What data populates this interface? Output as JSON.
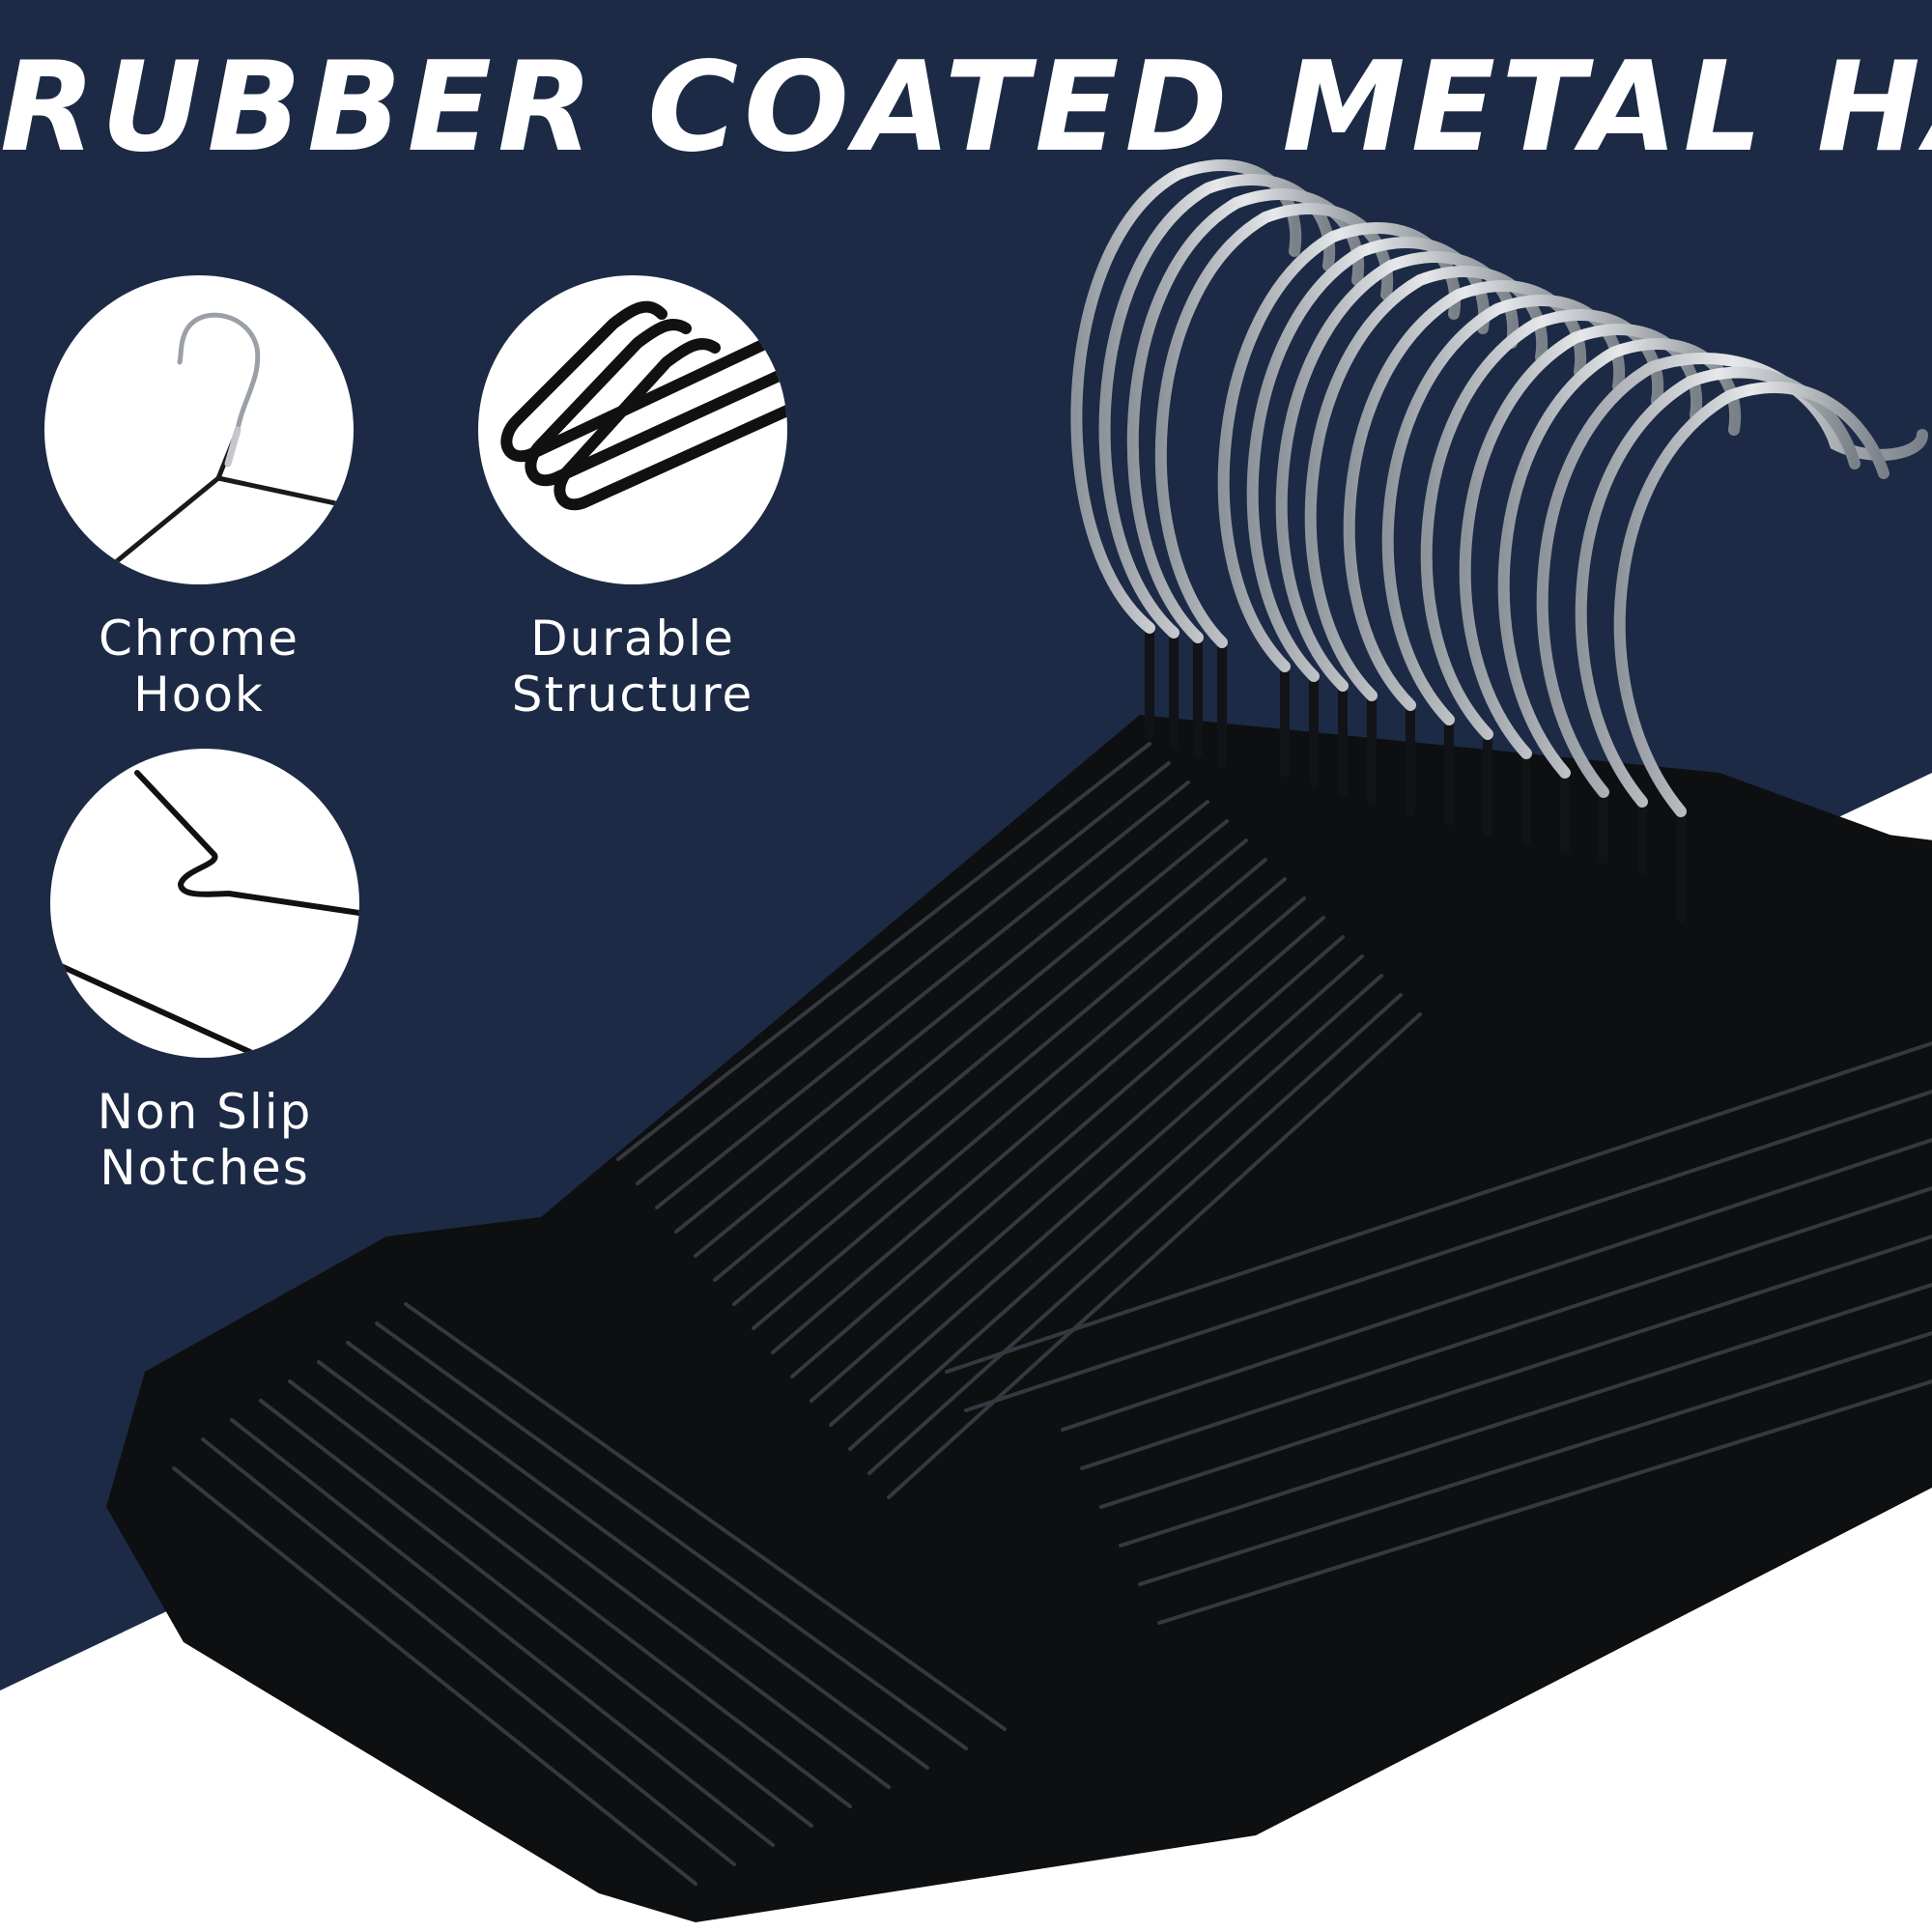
{
  "title": "RUBBER COATED METAL HANGERS",
  "colors": {
    "background": "#1c2a45",
    "accent": "#ffffff",
    "hanger": "#101214",
    "hook": "#b8bcc2"
  },
  "features": [
    {
      "icon": "chrome-hook-icon",
      "lines": [
        "Chrome",
        "Hook"
      ]
    },
    {
      "icon": "durable-structure-icon",
      "lines": [
        "Durable",
        "Structure"
      ]
    },
    {
      "icon": "non-slip-notches-icon",
      "lines": [
        "Non Slip",
        "Notches"
      ]
    }
  ]
}
